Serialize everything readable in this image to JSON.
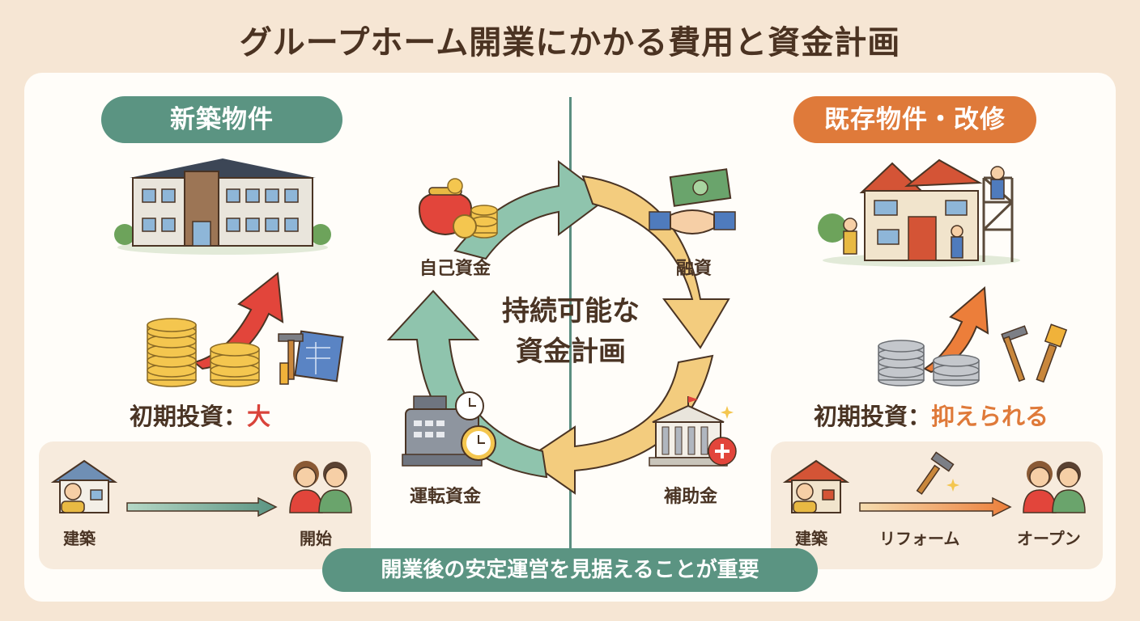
{
  "title": "グループホーム開業にかかる費用と資金計画",
  "left": {
    "header": "新築物件",
    "investment_label": "初期投資：",
    "investment_value": "大",
    "flow": {
      "start": "建築",
      "end": "開始"
    }
  },
  "right": {
    "header": "既存物件・改修",
    "investment_label": "初期投資：",
    "investment_value": "抑えられる",
    "flow": {
      "start": "建築",
      "middle": "リフォーム",
      "end": "オープン"
    }
  },
  "cycle": {
    "center": [
      "持続可能な",
      "資金計画"
    ],
    "items": [
      "自己資金",
      "融資",
      "補助金",
      "運転資金"
    ]
  },
  "banner": "開業後の安定運営を見据えることが重要",
  "colors": {
    "green": "#5b9482",
    "orange": "#df7a3a",
    "red": "#d9433a",
    "yellow": "#f3cc7e",
    "mint": "#8fc4ad"
  }
}
